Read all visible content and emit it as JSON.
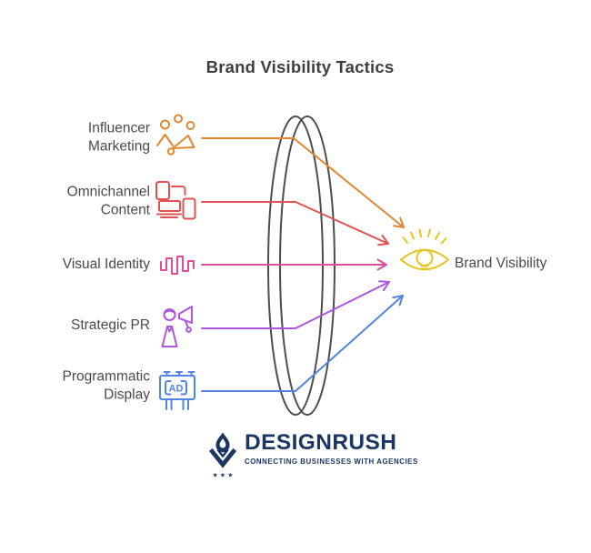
{
  "title": "Brand Visibility Tactics",
  "rows": [
    {
      "label": "Influencer\nMarketing",
      "color": "#E0872F",
      "icon": "people-megaphone-icon"
    },
    {
      "label": "Omnichannel\nContent",
      "color": "#E25151",
      "icon": "multi-device-icon"
    },
    {
      "label": "Visual Identity",
      "color": "#DD4C9D",
      "icon": "waveform-icon"
    },
    {
      "label": "Strategic PR",
      "color": "#AF56E0",
      "icon": "person-announcement-icon"
    },
    {
      "label": "Programmatic\nDisplay",
      "color": "#5184E4",
      "icon": "billboard-ad-icon",
      "ad_label": "AD"
    }
  ],
  "result": {
    "label": "Brand Visibility",
    "color": "#E3C521",
    "icon": "eye-lightbulb-icon"
  },
  "lens": {
    "color": "#4D4D4D"
  },
  "text_color": "#4A4A4A",
  "logo": {
    "name": "DESIGNRUSH",
    "tagline": "CONNECTING BUSINESSES WITH AGENCIES",
    "stars_glyph": "★ ★ ★",
    "color": "#1C3664"
  }
}
